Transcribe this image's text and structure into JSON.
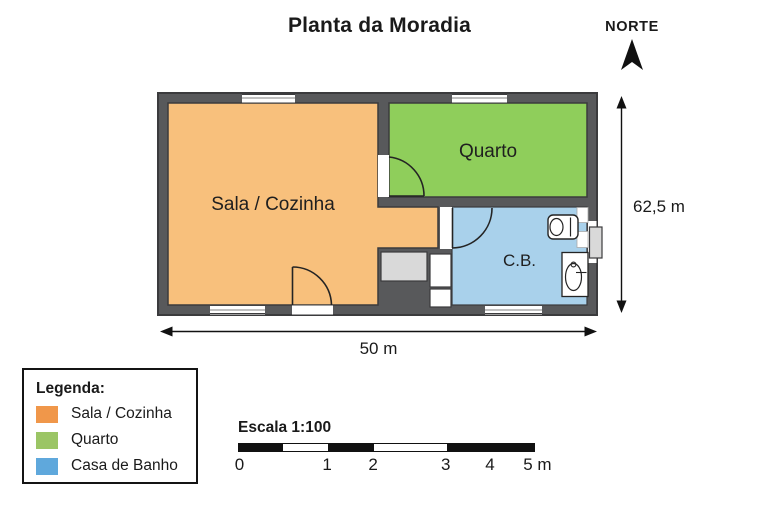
{
  "title": "Planta da Moradia",
  "compass": {
    "label": "NORTE",
    "icon": "north-arrow"
  },
  "plan": {
    "wall_color": "#58595B",
    "wall_outline_color": "#3B3B3D",
    "hall_color": "#D9D9D9",
    "rooms": [
      {
        "id": "sala-cozinha",
        "label": "Sala / Cozinha",
        "color": "#F8C07C"
      },
      {
        "id": "quarto",
        "label": "Quarto",
        "color": "#8FCE5B"
      },
      {
        "id": "casa-de-banho",
        "label": "C.B.",
        "color": "#A9D1EB"
      }
    ],
    "fixtures": [
      "door-arc",
      "door-arc",
      "door-arc",
      "toilet",
      "sink",
      "window",
      "window",
      "window",
      "window"
    ]
  },
  "dimensions": {
    "height_label": "62,5 m",
    "width_label": "50 m"
  },
  "legend": {
    "title": "Legenda:",
    "items": [
      {
        "label": "Sala / Cozinha",
        "color": "#F0974A"
      },
      {
        "label": "Quarto",
        "color": "#9BC565"
      },
      {
        "label": "Casa de Banho",
        "color": "#5FA8DC"
      }
    ]
  },
  "scale": {
    "title": "Escala 1:100",
    "ticks": [
      "0",
      "1",
      "2",
      "3",
      "4",
      "5 m"
    ]
  }
}
